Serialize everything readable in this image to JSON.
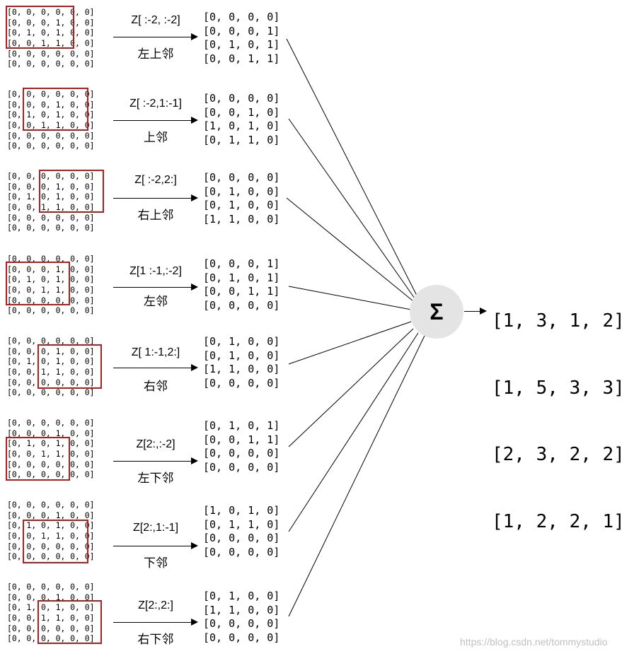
{
  "source_matrix": [
    "[0, 0, 0, 0, 0, 0]",
    "[0, 0, 0, 1, 0, 0]",
    "[0, 1, 0, 1, 0, 0]",
    "[0, 0, 1, 1, 0, 0]",
    "[0, 0, 0, 0, 0, 0]",
    "[0, 0, 0, 0, 0, 0]"
  ],
  "neighbors": [
    {
      "slice": "Z[ :-2, :-2]",
      "name": "左上邻",
      "result": [
        "[0, 0, 0, 0]",
        "[0, 0, 0, 1]",
        "[0, 1, 0, 1]",
        "[0, 0, 1, 1]"
      ]
    },
    {
      "slice": "Z[ :-2,1:-1]",
      "name": "上邻",
      "result": [
        "[0, 0, 0, 0]",
        "[0, 0, 1, 0]",
        "[1, 0, 1, 0]",
        "[0, 1, 1, 0]"
      ]
    },
    {
      "slice": "Z[ :-2,2:]",
      "name": "右上邻",
      "result": [
        "[0, 0, 0, 0]",
        "[0, 1, 0, 0]",
        "[0, 1, 0, 0]",
        "[1, 1, 0, 0]"
      ]
    },
    {
      "slice": "Z[1 :-1,:-2]",
      "name": "左邻",
      "result": [
        "[0, 0, 0, 1]",
        "[0, 1, 0, 1]",
        "[0, 0, 1, 1]",
        "[0, 0, 0, 0]"
      ]
    },
    {
      "slice": "Z[ 1:-1,2:]",
      "name": "右邻",
      "result": [
        "[0, 1, 0, 0]",
        "[0, 1, 0, 0]",
        "[1, 1, 0, 0]",
        "[0, 0, 0, 0]"
      ]
    },
    {
      "slice": "Z[2:,:-2]",
      "name": "左下邻",
      "result": [
        "[0, 1, 0, 1]",
        "[0, 0, 1, 1]",
        "[0, 0, 0, 0]",
        "[0, 0, 0, 0]"
      ]
    },
    {
      "slice": "Z[2:,1:-1]",
      "name": "下邻",
      "result": [
        "[1, 0, 1, 0]",
        "[0, 1, 1, 0]",
        "[0, 0, 0, 0]",
        "[0, 0, 0, 0]"
      ]
    },
    {
      "slice": "Z[2:,2:]",
      "name": "右下邻",
      "result": [
        "[0, 1, 0, 0]",
        "[1, 1, 0, 0]",
        "[0, 0, 0, 0]",
        "[0, 0, 0, 0]"
      ]
    }
  ],
  "sum_symbol": "Σ",
  "output_matrix": [
    "[1, 3, 1, 2]",
    "[1, 5, 3, 3]",
    "[2, 3, 2, 2]",
    "[1, 2, 2, 1]"
  ],
  "watermark": "https://blog.csdn.net/tommystudio",
  "colors": {
    "highlight": "#b01e1e",
    "sigma_bg": "#e4e4e4"
  }
}
